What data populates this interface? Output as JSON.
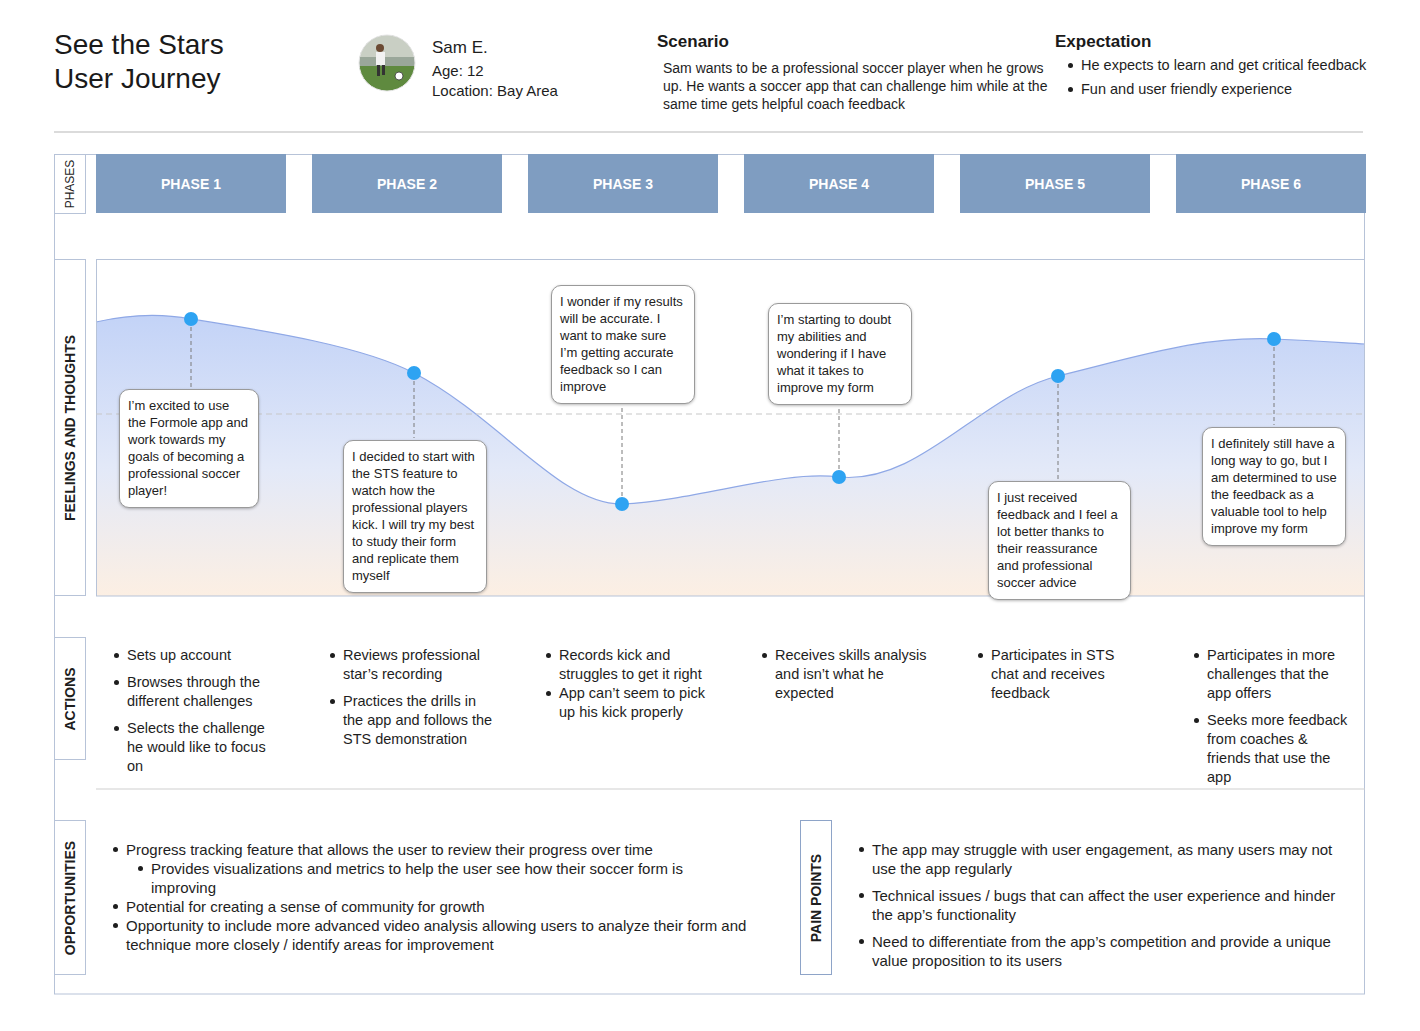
{
  "diagram": {
    "title": "See the Stars User Journey",
    "nodes": [
      {
        "text": [
          "PHASES"
        ]
      },
      {
        "text": [
          "PHASE 1"
        ]
      },
      {
        "text": [
          "PHASE 2"
        ]
      },
      {
        "text": [
          "PHASE 3"
        ]
      },
      {
        "text": [
          "PHASE 4"
        ]
      },
      {
        "text": [
          "PHASE 5"
        ]
      },
      {
        "text": [
          "PHASE 6"
        ]
      },
      {
        "text": [
          "FEELINGS AND THOUGHTS"
        ]
      },
      {
        "text": [
          "I’m excited to use the Formole app and work towards my goals of becoming a professional soccer player!"
        ]
      },
      {
        "text": [
          "I decided to start with the STS feature to watch how the professional players kick. I will try my best to study their form and replicate them myself"
        ]
      },
      {
        "text": [
          "I wonder if my results will be accurate. I want to make sure I’m getting accurate feedback so I can improve"
        ]
      },
      {
        "text": [
          "I’m starting to doubt my abilities and wondering if I have what it takes to improve my form"
        ]
      },
      {
        "text": [
          "I just received feedback and I feel a lot better thanks to their reassurance and professional soccer advice"
        ]
      },
      {
        "text": [
          "I definitely still have a long way to go, but I am determined to use the feedback as a valuable tool to help improve my form"
        ]
      },
      {
        "text": [
          "ACTIONS"
        ]
      },
      {
        "text": [
          "OPPORTUNITIES"
        ]
      },
      {
        "text": [
          "PAIN POINTS"
        ]
      }
    ],
    "labels": [
      "Sam E.",
      "Age: 12",
      "Location: Bay Area",
      "Scenario",
      "Sam wants to be a professional soccer player when he grows up. He wants a soccer app that can challenge him while at the same time gets helpful coach feedback",
      "Expectation",
      "He expects to learn and get critical feedback",
      "Fun and user friendly experience",
      "Sets up account",
      "Browses through the different challenges",
      "Selects the challenge he would like to focus on",
      "Reviews professional star’s recording",
      "Practices the drills in the app and follows the STS demonstration",
      "Records kick and struggles to get it right",
      "App can’t seem to pick up his kick properly",
      "Receives skills analysis and isn’t what he expected",
      "Participates in STS chat and receives feedback",
      "Participates in more challenges that the app offers",
      "Seeks more feedback from coaches & friends that use the app",
      "Progress tracking feature that allows the user to review their progress over time",
      "Provides visualizations and metrics to help the user see how their soccer form is improving",
      "Potential for creating a sense of community for growth",
      "Opportunity to include more advanced video analysis allowing users to analyze their form and technique more closely / identify areas for improvement",
      "The app may struggle with user engagement, as many users may not use the app regularly",
      "Technical issues / bugs that can affect the user experience and hinder the app’s functionality",
      "Need to differentiate from the app’s competition and provide a unique value proposition to its users"
    ]
  }
}
